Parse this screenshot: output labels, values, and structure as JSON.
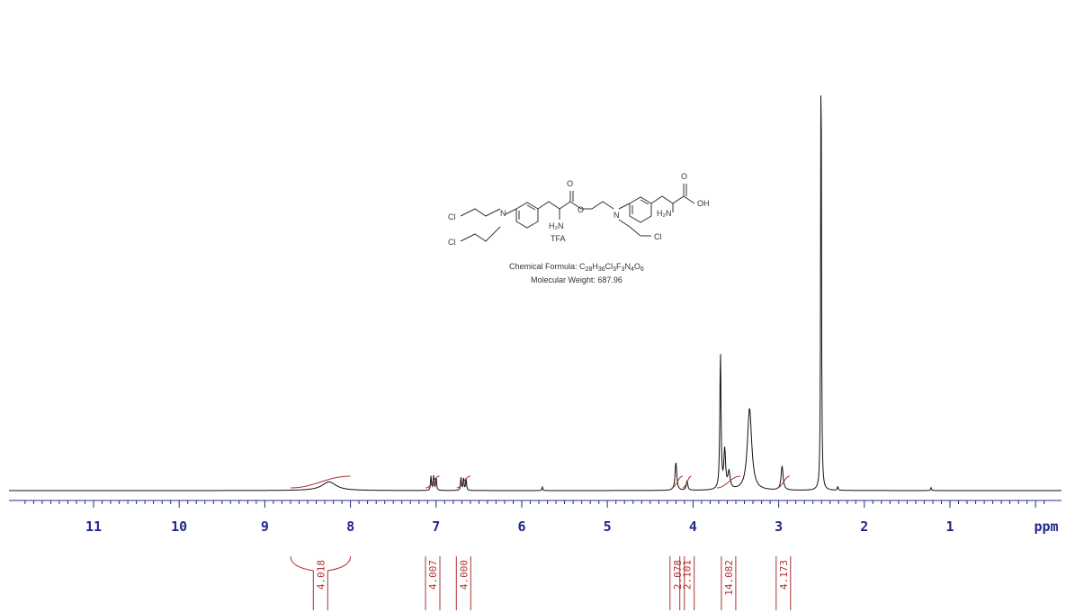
{
  "chart_data": {
    "type": "line",
    "title": "",
    "xlabel": "ppm",
    "ylabel": "",
    "xlim": [
      12.0,
      -0.2
    ],
    "x_reversed": true,
    "ticks": [
      "11",
      "10",
      "9",
      "8",
      "7",
      "6",
      "5",
      "4",
      "3",
      "2",
      "1"
    ],
    "tick_values": [
      11,
      10,
      9,
      8,
      7,
      6,
      5,
      4,
      3,
      2,
      1
    ],
    "peaks": [
      {
        "ppm": 8.25,
        "height": 0.018,
        "width": 0.1
      },
      {
        "ppm": 7.06,
        "height": 0.03,
        "width": 0.006
      },
      {
        "ppm": 7.03,
        "height": 0.03,
        "width": 0.006
      },
      {
        "ppm": 7.0,
        "height": 0.028,
        "width": 0.006
      },
      {
        "ppm": 6.71,
        "height": 0.027,
        "width": 0.006
      },
      {
        "ppm": 6.68,
        "height": 0.027,
        "width": 0.006
      },
      {
        "ppm": 6.65,
        "height": 0.025,
        "width": 0.006
      },
      {
        "ppm": 5.76,
        "height": 0.008,
        "width": 0.005
      },
      {
        "ppm": 4.2,
        "height": 0.058,
        "width": 0.012
      },
      {
        "ppm": 4.07,
        "height": 0.02,
        "width": 0.01
      },
      {
        "ppm": 3.68,
        "height": 0.285,
        "width": 0.008
      },
      {
        "ppm": 3.63,
        "height": 0.08,
        "width": 0.012
      },
      {
        "ppm": 3.58,
        "height": 0.035,
        "width": 0.015
      },
      {
        "ppm": 3.34,
        "height": 0.17,
        "width": 0.03
      },
      {
        "ppm": 2.96,
        "height": 0.05,
        "width": 0.014
      },
      {
        "ppm": 2.505,
        "height": 1.0,
        "width": 0.005
      },
      {
        "ppm": 2.31,
        "height": 0.008,
        "width": 0.006
      },
      {
        "ppm": 1.22,
        "height": 0.006,
        "width": 0.006
      }
    ],
    "integrals": [
      {
        "from": 8.7,
        "to": 8.0,
        "value": "4.018"
      },
      {
        "from": 7.12,
        "to": 6.96,
        "value": "4.007"
      },
      {
        "from": 6.76,
        "to": 6.6,
        "value": "4.000"
      },
      {
        "from": 4.25,
        "to": 4.12,
        "value": "2.078"
      },
      {
        "from": 4.12,
        "to": 4.02,
        "value": "2.101"
      },
      {
        "from": 3.72,
        "to": 3.45,
        "value": "14.082"
      },
      {
        "from": 3.02,
        "to": 2.87,
        "value": "4.173"
      }
    ]
  },
  "structure": {
    "labels": [
      "Cl",
      "N",
      "Cl",
      "O",
      "O",
      "H₂N",
      "TFA",
      "N",
      "O",
      "OH",
      "H₂N",
      "Cl"
    ],
    "formula_label": "Chemical Formula: ",
    "formula": "C28H36Cl3F3N4O6",
    "mw_label": "Molecular Weight: 687.96"
  },
  "colors": {
    "trace": "#111111",
    "axis": "#1f2a8a",
    "integral": "#b03030"
  }
}
